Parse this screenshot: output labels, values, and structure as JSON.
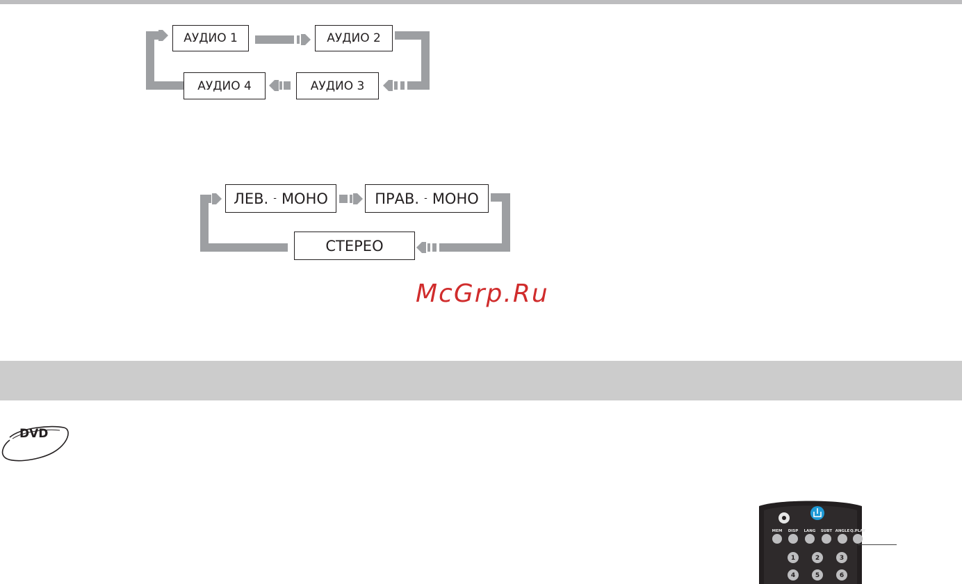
{
  "audio_diagram": {
    "boxes": [
      "АУДИО 1",
      "АУДИО 2",
      "АУДИО 3",
      "АУДИО 4"
    ]
  },
  "channel_diagram": {
    "left_mono": {
      "label": "ЛЕВ.",
      "sep": "-",
      "suffix": "МОНО"
    },
    "right_mono": {
      "label": "ПРАВ.",
      "sep": "-",
      "suffix": "МОНО"
    },
    "stereo": "СТЕРЕО"
  },
  "watermark": "McGrp.Ru",
  "dvd_logo": {
    "text": "DVD"
  },
  "remote": {
    "top_labels": [
      "MEM",
      "DISP",
      "LANG",
      "SUBT",
      "ANGLE",
      "Q.PLAY"
    ],
    "number_keys": [
      "1",
      "2",
      "3",
      "4",
      "5",
      "6"
    ],
    "icons": [
      "disc-icon",
      "power-icon"
    ]
  },
  "colors": {
    "flow_gray": "#9d9fa2",
    "section_band": "#cccccc",
    "watermark_red": "#d02c2c",
    "power_blue": "#1e9ad6",
    "remote_body": "#231f20"
  }
}
